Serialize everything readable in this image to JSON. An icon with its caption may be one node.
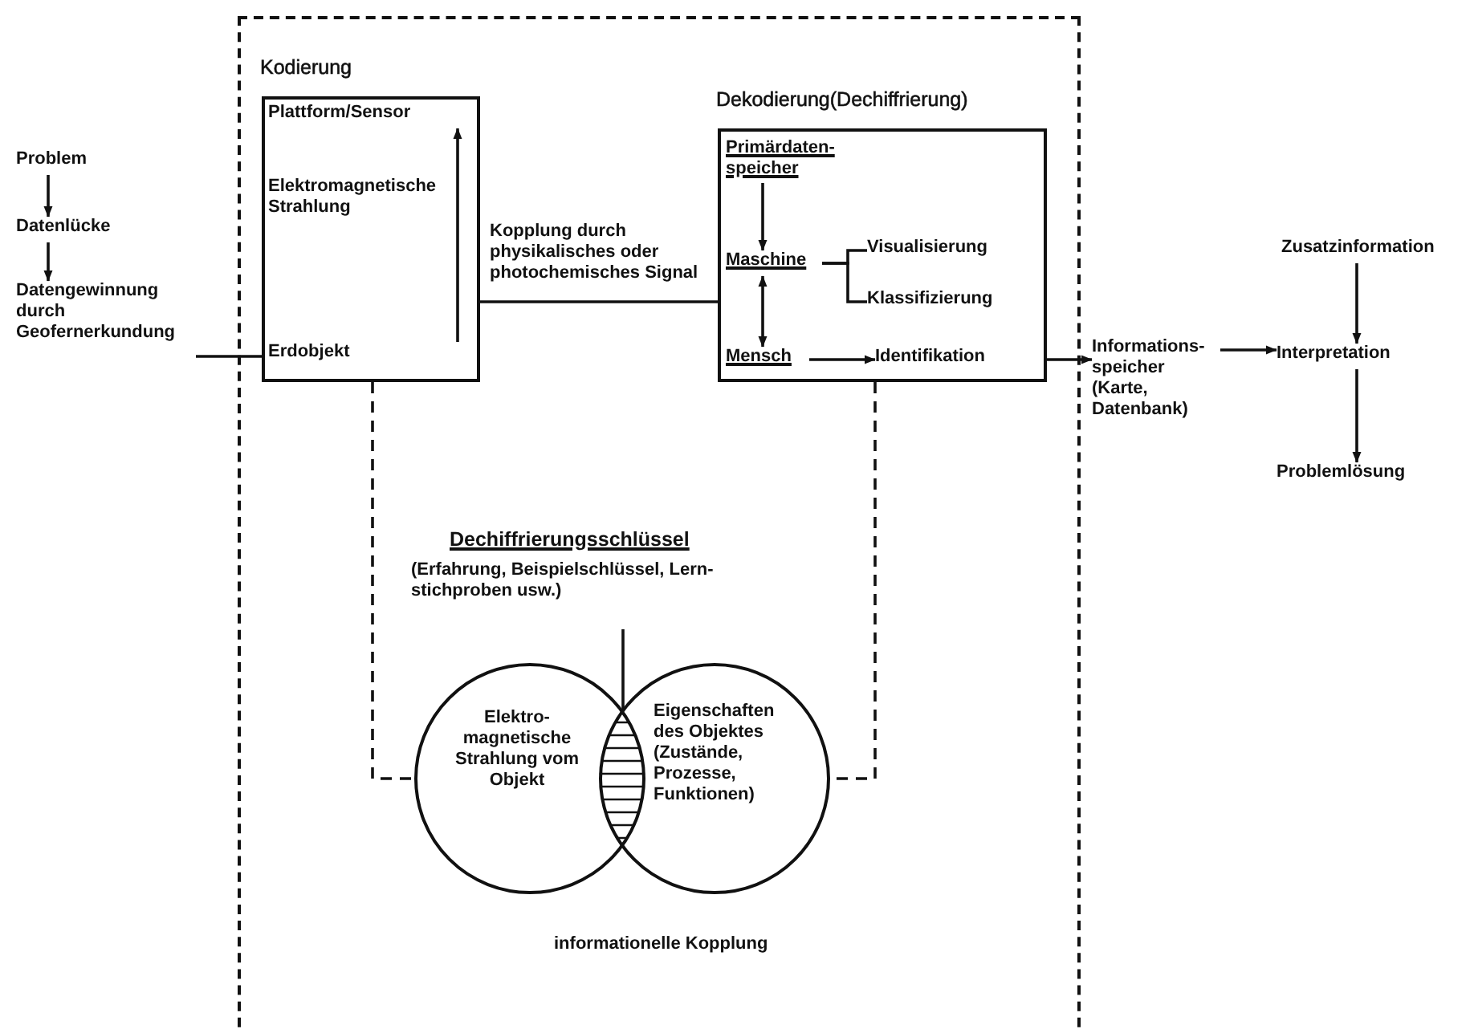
{
  "diagram": {
    "nodes": [
      {
        "text": [],
        "shape": "box"
      },
      {
        "text": [
          "Kodierung"
        ],
        "in": 0
      },
      {
        "text": [
          "Plattform/Sensor"
        ],
        "in": 1
      },
      {
        "text": [
          "Elektromagnetische Strahlung"
        ],
        "in": 1
      },
      {
        "text": [
          "Erdobjekt"
        ],
        "in": 1
      },
      {
        "text": [
          "Dekodierung(Dechiffrierung)"
        ],
        "in": 0
      },
      {
        "text": [
          "Primärdaten- speicher"
        ],
        "in": 5
      },
      {
        "text": [
          "Maschine"
        ],
        "in": 5
      },
      {
        "text": [
          "Visualisierung"
        ],
        "in": 5
      },
      {
        "text": [
          "Klassifizierung"
        ],
        "in": 5
      },
      {
        "text": [
          "Mensch"
        ],
        "in": 5
      },
      {
        "text": [
          "Identifikation"
        ],
        "in": 5
      },
      {
        "text": [
          "Elektro- magnetische Strahlung vom Objekt"
        ],
        "in": 0
      },
      {
        "text": [
          "Eigenschaften des Objektes (Zustände, Prozesse, Funktionen)"
        ],
        "in": 0
      },
      {
        "text": [
          "Dechiffrierungsschlüssel",
          "(Erfahrung, Beispielschlüssel, Lern- stichproben usw.)"
        ],
        "in": 0
      },
      {
        "text": [],
        "shape": "lens"
      },
      {
        "text": [
          "Problem"
        ]
      },
      {
        "text": [
          "Datenlücke"
        ]
      },
      {
        "text": [
          "Datengewinnung durch Geofernerkundung"
        ]
      },
      {
        "text": [
          "Informations- speicher (Karte, Datenbank)"
        ]
      },
      {
        "text": [
          "Zusatzinformation"
        ]
      },
      {
        "text": [
          "Interpretation"
        ]
      },
      {
        "text": [
          "Problemlösung"
        ]
      }
    ],
    "edges": [
      {
        "from": 16,
        "to": 17,
        "arrow": "to"
      },
      {
        "from": 17,
        "to": 18,
        "arrow": "to"
      },
      {
        "from": 18,
        "to": 1,
        "arrow": "none"
      },
      {
        "from": 4,
        "to": 2,
        "arrow": "to"
      },
      {
        "from": 1,
        "to": 5,
        "arrow": "none",
        "label": "Kopplung durch physikalisches oder photochemisches Signal"
      },
      {
        "from": 6,
        "to": 7,
        "arrow": "to"
      },
      {
        "from": 7,
        "to": 8,
        "arrow": "none"
      },
      {
        "from": 7,
        "to": 9,
        "arrow": "none"
      },
      {
        "from": 7,
        "to": 10,
        "arrow": "both"
      },
      {
        "from": 10,
        "to": 11,
        "arrow": "to"
      },
      {
        "from": 5,
        "to": 19,
        "arrow": "to"
      },
      {
        "from": 19,
        "to": 21,
        "arrow": "to"
      },
      {
        "from": 20,
        "to": 21,
        "arrow": "to"
      },
      {
        "from": 21,
        "to": 22,
        "arrow": "to"
      },
      {
        "from": 1,
        "to": 12,
        "arrow": "none",
        "style": "dashed"
      },
      {
        "from": 5,
        "to": 13,
        "arrow": "none",
        "style": "dashed"
      },
      {
        "from": 14,
        "to": 15,
        "arrow": "none"
      }
    ],
    "labels": [
      "informationelle Kopplung"
    ]
  }
}
